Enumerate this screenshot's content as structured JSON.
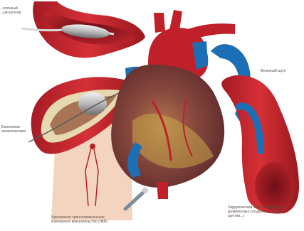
{
  "labels": {
    "balloon_catheter": "...ллонный\n...ый катетер",
    "balloon_angioplasty": "Баллонная\nангиопластика",
    "venous_graft": "Венозный шунт",
    "pci": "Чрескожное транслюминальное\nкоронарное вмешательство (ЧКВ)",
    "bypass": "Хирургическая замена коронарных\nкровеносных сосудов (коронарное\nшунтир...)"
  },
  "colors": {
    "artery_red": "#c0202a",
    "artery_dark": "#8e1520",
    "vein_blue": "#1d6fb5",
    "myocardium": "#7a3b3a",
    "fat_yellow": "#c9a84a",
    "skin": "#f3d5bf",
    "label_text": "#5a4b45"
  }
}
